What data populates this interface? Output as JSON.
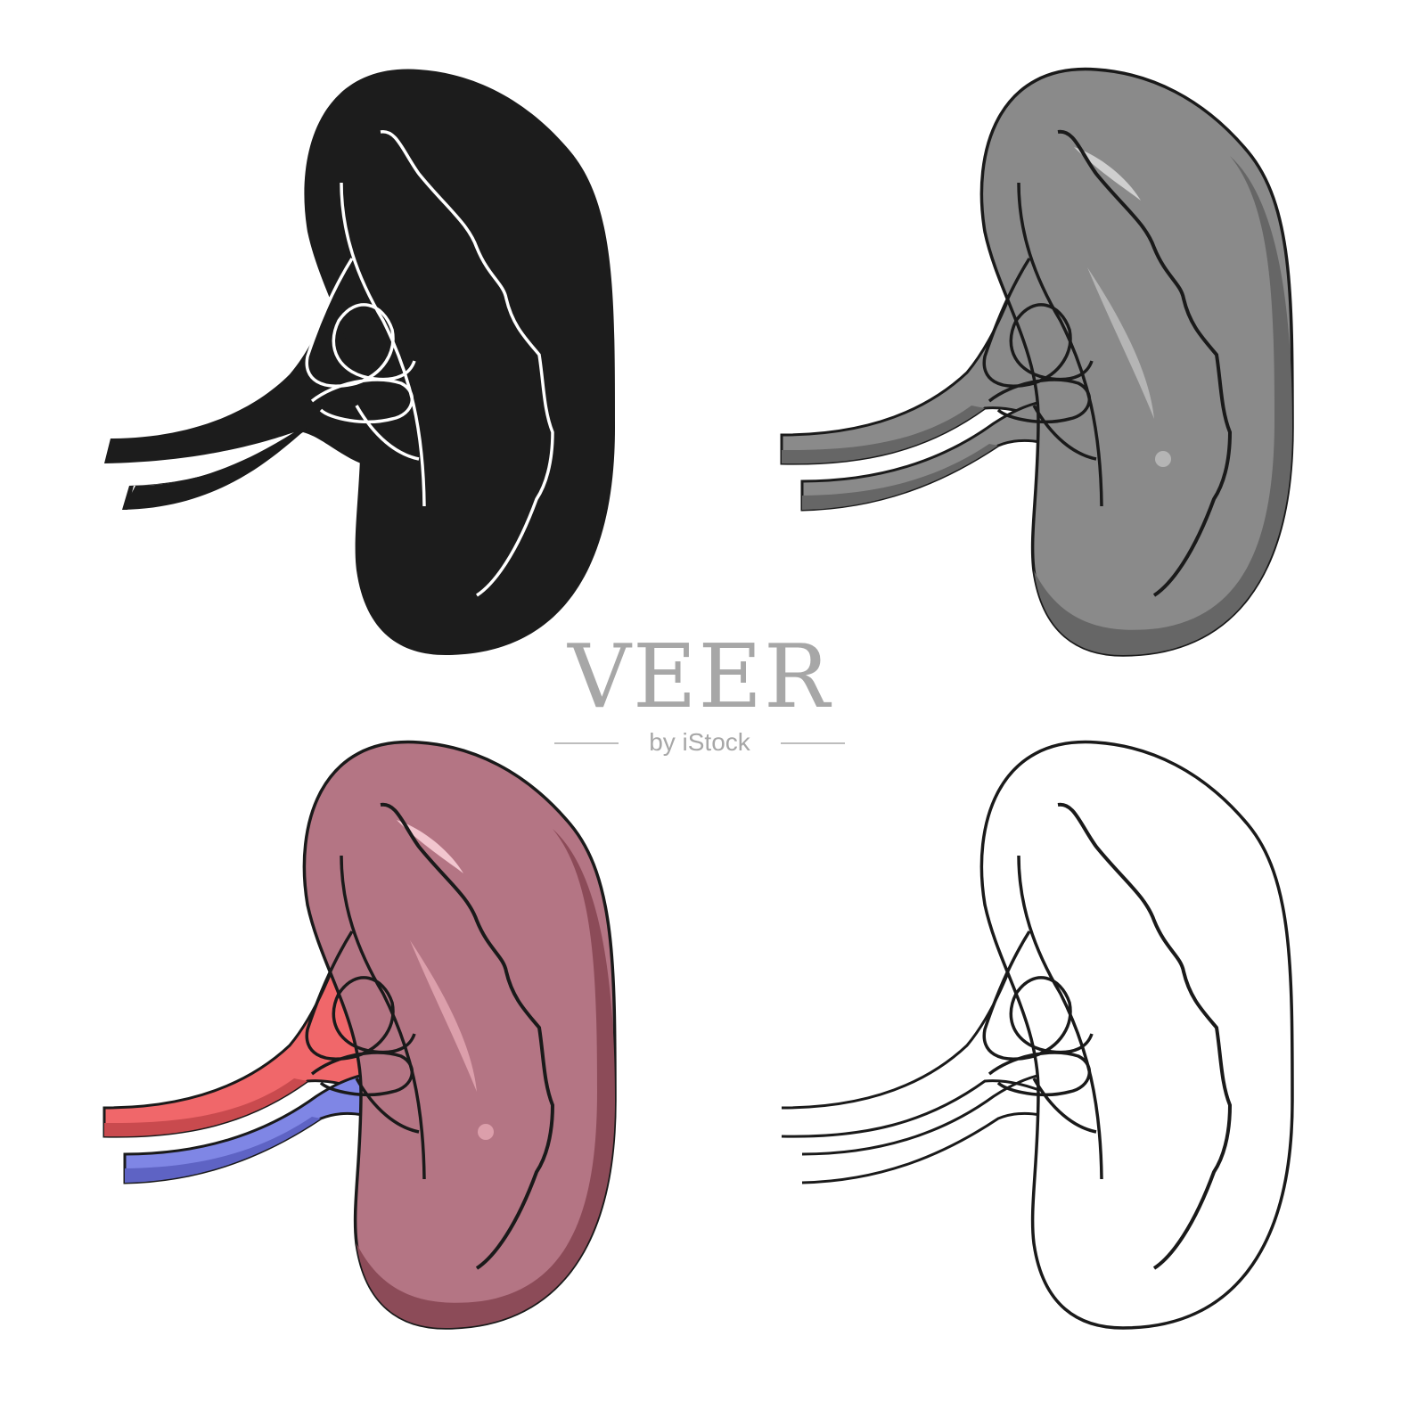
{
  "watermark": {
    "brand": "VEER",
    "sub": "by iStock"
  },
  "variants": [
    {
      "style": "glyph",
      "icon": "spleen-icon",
      "body_color": "#1c1c1c",
      "line_color": "#ffffff"
    },
    {
      "style": "monochrome",
      "icon": "spleen-icon",
      "body_color": "#8a8a8a",
      "shade_color": "#666666",
      "line_color": "#1a1a1a"
    },
    {
      "style": "cartoon",
      "icon": "spleen-icon",
      "body_color": "#b47584",
      "shade_color": "#8c4b58",
      "artery_color": "#f0676a",
      "vein_color": "#7f86e5",
      "line_color": "#1a1a1a"
    },
    {
      "style": "outline",
      "icon": "spleen-icon",
      "body_color": "#ffffff",
      "line_color": "#1a1a1a"
    }
  ]
}
